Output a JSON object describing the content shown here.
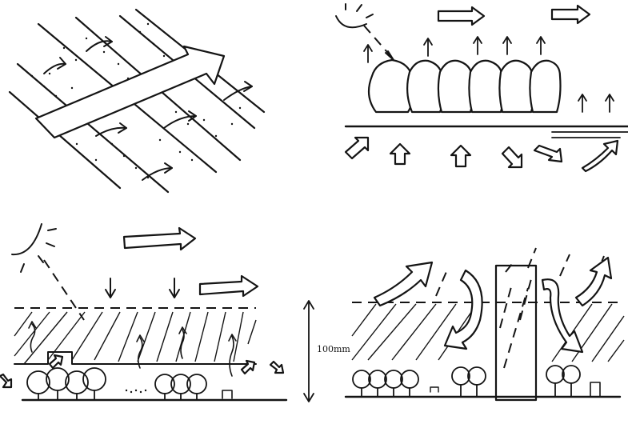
{
  "panels": [
    {
      "id": "top-left",
      "description_key": "wind-corridor"
    },
    {
      "id": "top-right",
      "description_key": "tree-row"
    },
    {
      "id": "bottom-left",
      "description_key": "canopy-layer"
    },
    {
      "id": "bottom-right",
      "description_key": "tall-building"
    }
  ],
  "height_label": "100mm",
  "colors": {
    "ink": "#141414",
    "paper": "#ffffff"
  },
  "icons": [
    "sun-icon",
    "wind-arrow-icon",
    "tree-icon",
    "upward-arrow-icon"
  ]
}
